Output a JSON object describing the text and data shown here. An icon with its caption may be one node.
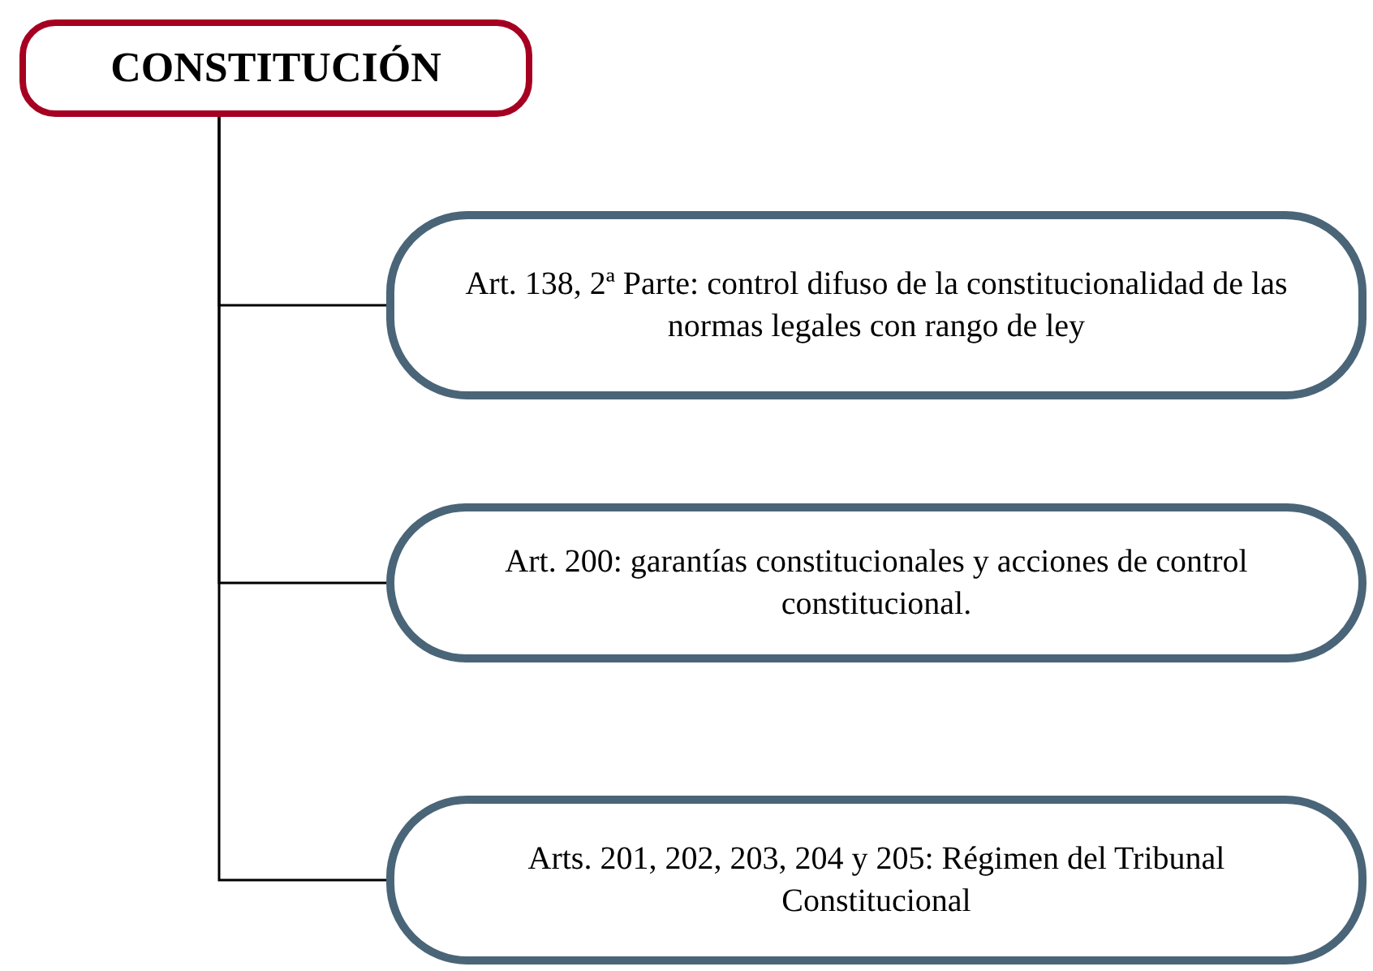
{
  "diagram": {
    "nodes": [
      {
        "text": [
          "CONSTITUCIÓN"
        ]
      },
      {
        "text": [
          "Art. 138, 2ª Parte: control difuso de la constitucionalidad de las normas legales con rango de ley"
        ]
      },
      {
        "text": [
          "Art. 200: garantías constitucionales y acciones de control constitucional."
        ]
      },
      {
        "text": [
          "Arts. 201, 202, 203, 204 y 205: Régimen del  Tribunal Constitucional"
        ]
      }
    ],
    "edges": [
      {
        "from": 0,
        "to": 1,
        "arrow": "none"
      },
      {
        "from": 0,
        "to": 2,
        "arrow": "none"
      },
      {
        "from": 0,
        "to": 3,
        "arrow": "none"
      }
    ]
  }
}
